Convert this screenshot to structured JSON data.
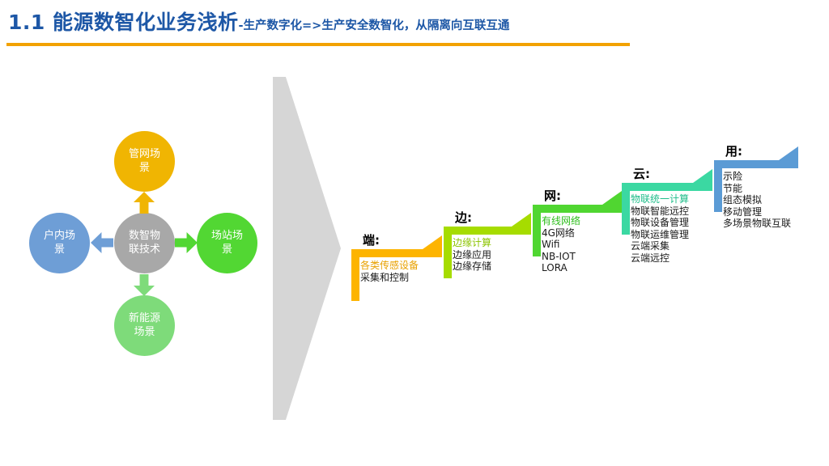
{
  "header": {
    "title": "1.1 能源数智化业务浅析",
    "subtitle": "-生产数字化=>生产安全数智化，从隔离向互联互通",
    "title_color": "#1d57a6",
    "rule_color": "#f2a202"
  },
  "hub": {
    "center": {
      "label": "数智物联技术",
      "color": "#a8a8a8"
    },
    "nodes": [
      {
        "id": "pipeline",
        "label": "管网场景",
        "color": "#f0b502"
      },
      {
        "id": "indoor",
        "label": "户内场景",
        "color": "#6e9ed6"
      },
      {
        "id": "station",
        "label": "场站场景",
        "color": "#52d733"
      },
      {
        "id": "new-energy",
        "label": "新能源场景",
        "color": "#7edb7a"
      }
    ]
  },
  "transition_arrow": {
    "color": "#d6d6d6"
  },
  "stairs": {
    "steps": [
      {
        "label": "端:",
        "color": "#fdb400",
        "first_item_color": "#e8a100",
        "items": [
          "各类传感设备",
          "采集和控制"
        ]
      },
      {
        "label": "边:",
        "color": "#a6dc00",
        "first_item_color": "#8cc400",
        "items": [
          "边缘计算",
          "边缘应用",
          "边缘存储"
        ]
      },
      {
        "label": "网:",
        "color": "#50d631",
        "first_item_color": "#2fbe1d",
        "items": [
          "有线网络",
          "4G网络",
          "Wifi",
          "NB-IOT",
          "LORA"
        ]
      },
      {
        "label": "云:",
        "color": "#3bd8a2",
        "first_item_color": "#1fbd8a",
        "items": [
          "物联统一计算",
          "物联智能远控",
          "物联设备管理",
          "物联运维管理",
          "云端采集",
          "云端远控"
        ]
      },
      {
        "label": "用:",
        "color": "#5b9bd5",
        "first_item_color": "#000000",
        "items": [
          "示险",
          "节能",
          "组态模拟",
          "移动管理",
          "多场景物联互联"
        ]
      }
    ]
  }
}
